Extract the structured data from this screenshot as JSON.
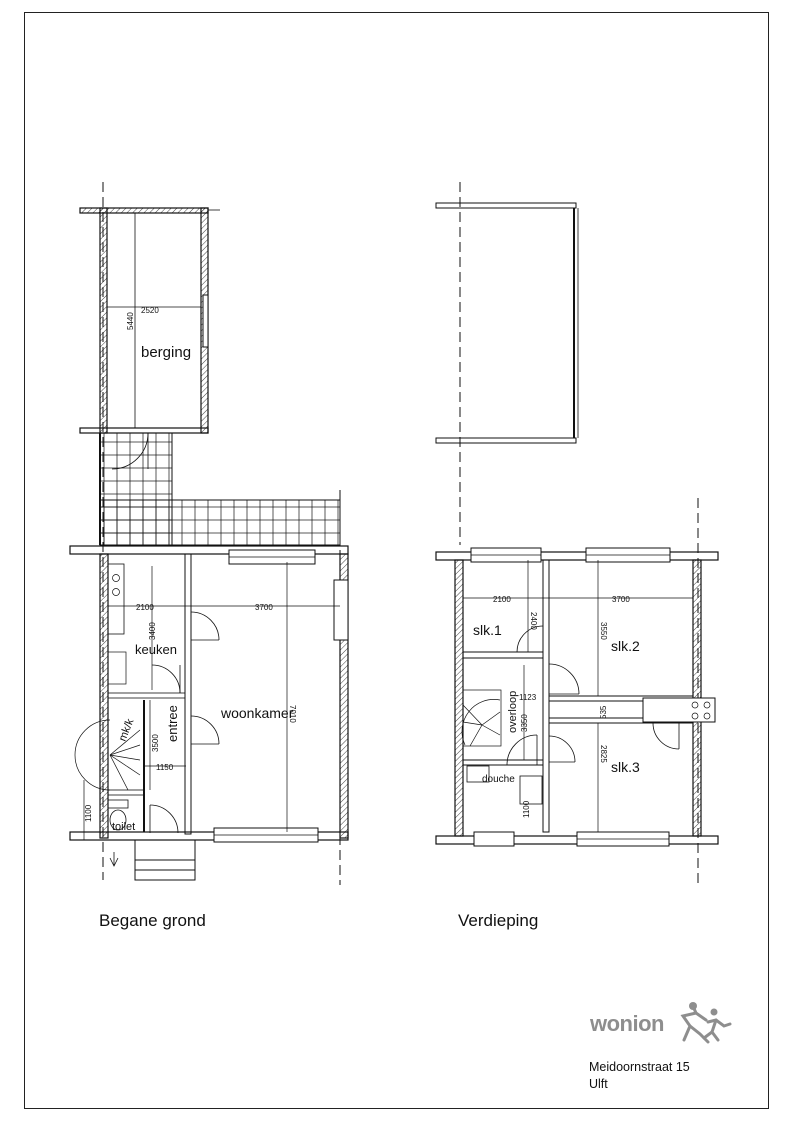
{
  "floors": [
    {
      "label": "Begane grond",
      "rooms": [
        "berging",
        "keuken",
        "woonkamer",
        "entree",
        "mk/k",
        "toilet"
      ],
      "dimensions": [
        "2520",
        "5440",
        "2100",
        "3700",
        "3400",
        "7010",
        "3500",
        "1150",
        "1100"
      ]
    },
    {
      "label": "Verdieping",
      "rooms": [
        "slk.1",
        "slk.2",
        "slk.3",
        "overloop",
        "douche"
      ],
      "dimensions": [
        "2100",
        "3700",
        "2400",
        "3550",
        "1123",
        "3350",
        "535",
        "2825",
        "1100"
      ]
    }
  ],
  "logo": {
    "name": "wonion"
  },
  "address": {
    "street": "Meidoornstraat 15",
    "city": "Ulft"
  },
  "colors": {
    "line": "#111111",
    "logo_gray": "#8e8e8e"
  },
  "icons": [
    "north-arrow-icon",
    "door-swing-icon",
    "staircase-icon",
    "stove-icon",
    "toilet-icon",
    "sink-icon",
    "logo-figure-icon"
  ]
}
